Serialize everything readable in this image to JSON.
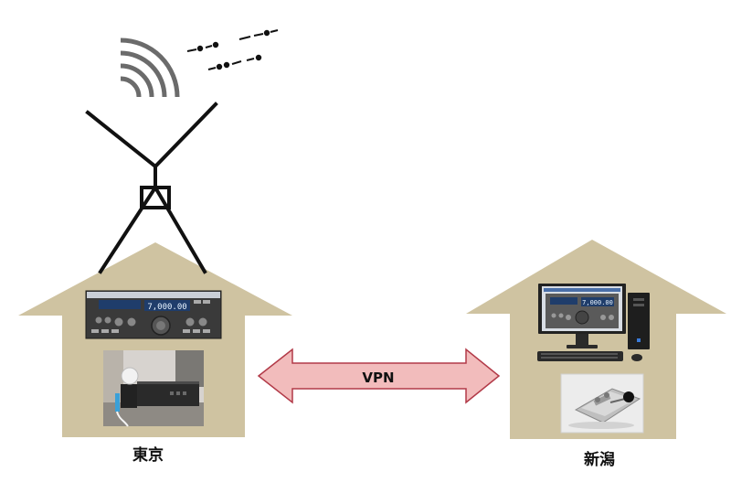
{
  "diagram": {
    "left_site": {
      "label": "東京"
    },
    "right_site": {
      "label": "新潟"
    },
    "link": {
      "label": "VPN"
    },
    "radio_display": "7,000.00",
    "monitor_display": "7,000.00"
  },
  "colors": {
    "house": "#cfc3a1",
    "arrow_fill": "#f2bcbc",
    "arrow_stroke": "#b23a48",
    "antenna": "#111111",
    "signal": "#6b6b6b"
  }
}
